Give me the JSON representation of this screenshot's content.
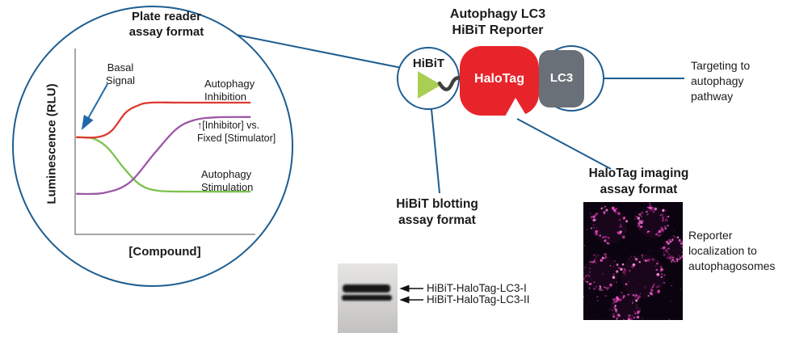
{
  "reporter": {
    "title": "Autophagy LC3\nHiBiT Reporter",
    "hibit_label": "HiBiT",
    "halotag_label": "HaloTag",
    "lc3_label": "LC3",
    "targeting_note": "Targeting to\nautophagy\npathway"
  },
  "plate_reader": {
    "title": "Plate reader\nassay format",
    "y_axis": "Luminescence (RLU)",
    "x_axis": "[Compound]",
    "basal_label": "Basal\nSignal",
    "inhibition_label": "Autophagy\nInhibition",
    "inhibitor_note": "↑[Inhibitor] vs.\nFixed [Stimulator]",
    "stimulation_label": "Autophagy\nStimulation"
  },
  "blotting": {
    "title": "HiBiT blotting\nassay format",
    "band1_label": "HiBiT-HaloTag-LC3-I",
    "band2_label": "HiBiT-HaloTag-LC3-II"
  },
  "imaging": {
    "title": "HaloTag imaging\nassay format",
    "note": "Reporter\nlocalization to\nautophagosomes"
  },
  "colors": {
    "accent_blue": "#1d5d90",
    "halotag_red": "#e8242b",
    "lc3_gray": "#6a7077",
    "hibit_green": "#a9ce54",
    "imaging_magenta": "#e743bd"
  },
  "chart_data": {
    "type": "line",
    "title": "Plate reader assay format",
    "xlabel": "[Compound]",
    "ylabel": "Luminescence (RLU)",
    "axes": "schematic, no numeric ticks; values below are normalized 0-1 curve shapes",
    "legend_position": "inline annotations",
    "grid": false,
    "series": [
      {
        "name": "Autophagy Inhibition",
        "color": "#dd3a30",
        "points": [
          [
            0.01,
            0.527
          ],
          [
            0.12,
            0.527
          ],
          [
            0.2,
            0.56
          ],
          [
            0.28,
            0.66
          ],
          [
            0.35,
            0.7
          ],
          [
            0.42,
            0.715
          ],
          [
            0.6,
            0.715
          ],
          [
            0.97,
            0.715
          ]
        ]
      },
      {
        "name": "Autophagy Stimulation",
        "color": "#7cc250",
        "points": [
          [
            0.01,
            0.527
          ],
          [
            0.1,
            0.52
          ],
          [
            0.18,
            0.47
          ],
          [
            0.27,
            0.36
          ],
          [
            0.36,
            0.27
          ],
          [
            0.46,
            0.237
          ],
          [
            0.65,
            0.232
          ],
          [
            0.97,
            0.232
          ]
        ]
      },
      {
        "name": "↑[Inhibitor] vs. Fixed [Stimulator]",
        "color": "#9c58a5",
        "points": [
          [
            0.01,
            0.22
          ],
          [
            0.16,
            0.225
          ],
          [
            0.3,
            0.28
          ],
          [
            0.44,
            0.44
          ],
          [
            0.56,
            0.57
          ],
          [
            0.66,
            0.62
          ],
          [
            0.78,
            0.635
          ],
          [
            0.97,
            0.637
          ]
        ]
      }
    ],
    "annotations": [
      "Basal Signal (arrow to baseline start of curves)"
    ]
  }
}
